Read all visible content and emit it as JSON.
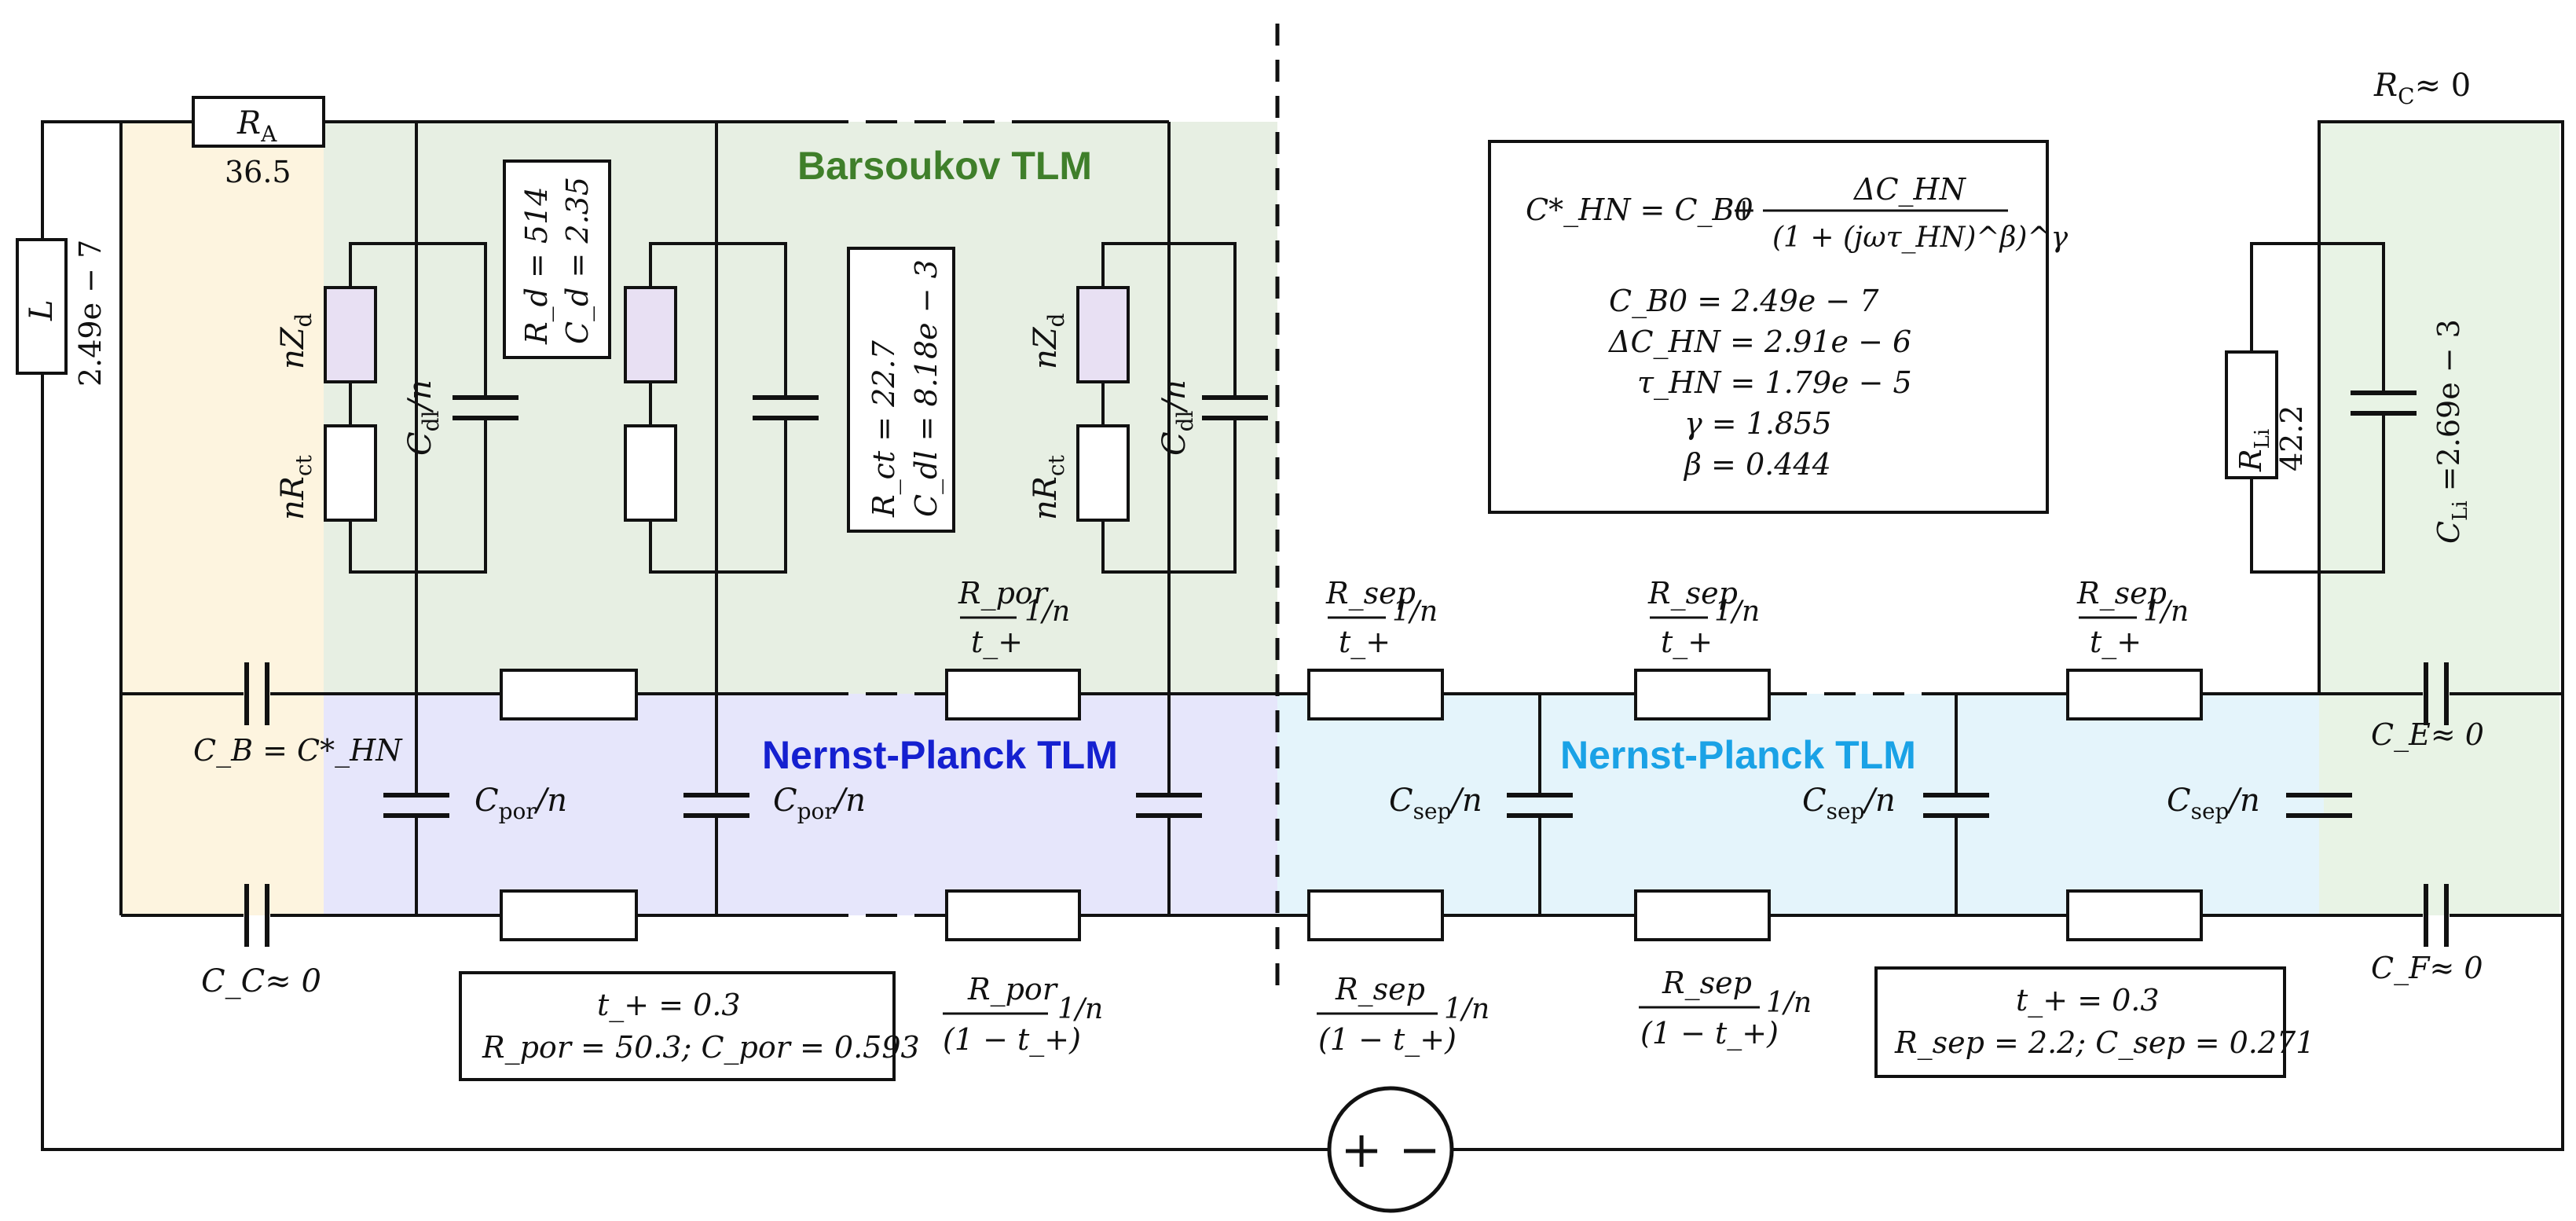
{
  "regions": {
    "barsoukov_title": "Barsoukov TLM",
    "nernst_left_title": "Nernst-Planck TLM",
    "nernst_right_title": "Nernst-Planck TLM"
  },
  "colors": {
    "anode_yellow": "#fdf4df",
    "barsoukov_green": "#e7efe3",
    "nernst_purple": "#e6e6fb",
    "separator_cyan": "#e4f4fb",
    "cathode_green": "#e8f3e5"
  },
  "components": {
    "inductor": {
      "symbol": "L",
      "value": "2.49e − 7"
    },
    "ra": {
      "symbol": "R",
      "sub": "A",
      "value": "36.5"
    },
    "rc": {
      "text": "≈ 0",
      "symbol": "R",
      "sub": "C"
    },
    "nzd": {
      "pre": "n",
      "symbol": "Z",
      "sub": "d"
    },
    "nrct": {
      "pre": "n",
      "symbol": "R",
      "sub": "ct"
    },
    "cdl": {
      "symbol": "C",
      "sub": "dl",
      "suffix": "/n"
    },
    "rd_box": {
      "line1": "R_d = 514",
      "line2": "C_d = 2.35"
    },
    "rct_box": {
      "line1": "R_ct = 22.7",
      "line2": "C_dl = 8.18e − 3"
    },
    "cb": {
      "text": "C_B = C*_HN"
    },
    "cc": {
      "text": "C_C≈ 0"
    },
    "cpor": {
      "symbol": "C",
      "sub": "por",
      "suffix": "/n"
    },
    "csep": {
      "symbol": "C",
      "sub": "sep",
      "suffix": "/n"
    },
    "ce": {
      "text": "C_E≈ 0"
    },
    "cf": {
      "text": "C_F≈ 0"
    },
    "rli": {
      "symbol": "R",
      "sub": "Li",
      "value": "42.2"
    },
    "cli": {
      "symbol": "C",
      "sub": "Li",
      "value": " =2.69e − 3"
    },
    "rpor_top": {
      "num": "R_por",
      "den": "t_+",
      "factor": "1/n"
    },
    "rpor_bottom": {
      "num": "R_por",
      "den": "(1 − t_+)",
      "factor": "1/n"
    },
    "rsep_top": {
      "num": "R_sep",
      "den": "t_+",
      "factor": "1/n"
    },
    "rsep_bottom": {
      "num": "R_sep",
      "den": "(1 − t_+)",
      "factor": "1/n"
    }
  },
  "hn_box": {
    "formula_lhs": "C*_HN = C_B0",
    "formula_num": "ΔC_HN",
    "formula_den": "(1 + (jωτ_HN)^β)^γ",
    "params": [
      "C_B0 = 2.49e − 7",
      "ΔC_HN = 2.91e − 6",
      "τ_HN = 1.79e − 5",
      "γ = 1.855",
      "β = 0.444"
    ]
  },
  "por_params": {
    "line1": "t_+ = 0.3",
    "line2": "R_por = 50.3;  C_por = 0.593"
  },
  "sep_params": {
    "line1": "t_+ = 0.3",
    "line2": "R_sep = 2.2;  C_sep = 0.271"
  },
  "source": {
    "symbol": "+ −"
  }
}
